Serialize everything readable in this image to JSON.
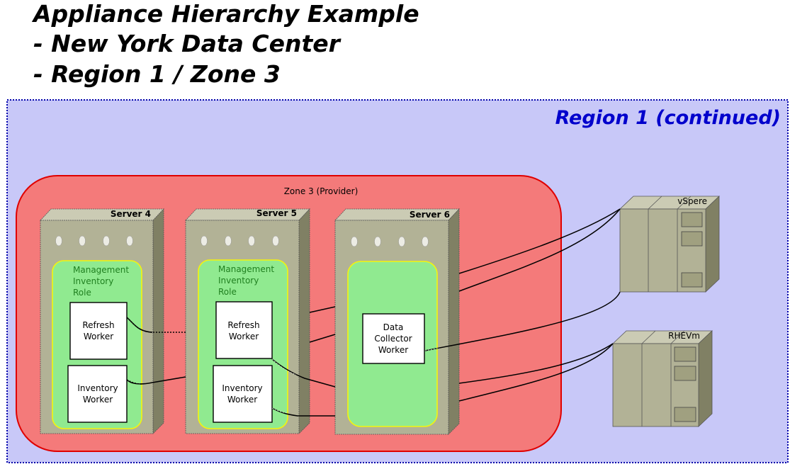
{
  "title": {
    "line1": "Appliance Hierarchy Example",
    "line2": "- New York Data Center",
    "line3": "- Region 1 / Zone 3"
  },
  "region": {
    "label": "Region 1 (continued)",
    "color": "#0000cc",
    "fill": "#c8c8f8"
  },
  "zone": {
    "label": "Zone 3 (Provider)",
    "fill": "#f47a7a",
    "border": "#e00000"
  },
  "servers": [
    {
      "label": "Server 4",
      "role": {
        "line1": "Management",
        "line2": "Inventory",
        "line3": "Role"
      },
      "workers": [
        {
          "line1": "Refresh",
          "line2": "Worker"
        },
        {
          "line1": "Inventory",
          "line2": "Worker"
        }
      ]
    },
    {
      "label": "Server 5",
      "role": {
        "line1": "Management",
        "line2": "Inventory",
        "line3": "Role"
      },
      "workers": [
        {
          "line1": "Refresh",
          "line2": "Worker"
        },
        {
          "line1": "Inventory",
          "line2": "Worker"
        }
      ]
    },
    {
      "label": "Server 6",
      "workers": [
        {
          "line1": "Data",
          "line2": "Collector",
          "line3": "Worker"
        }
      ]
    }
  ],
  "providers": [
    {
      "label": "vSpere"
    },
    {
      "label": "RHEVm"
    }
  ],
  "colors": {
    "server_front": "#b2b296",
    "server_top": "#cbcbb4",
    "server_side": "#808064",
    "role_fill": "#90ea90",
    "role_border": "#f5f50a",
    "role_text": "#208020"
  }
}
